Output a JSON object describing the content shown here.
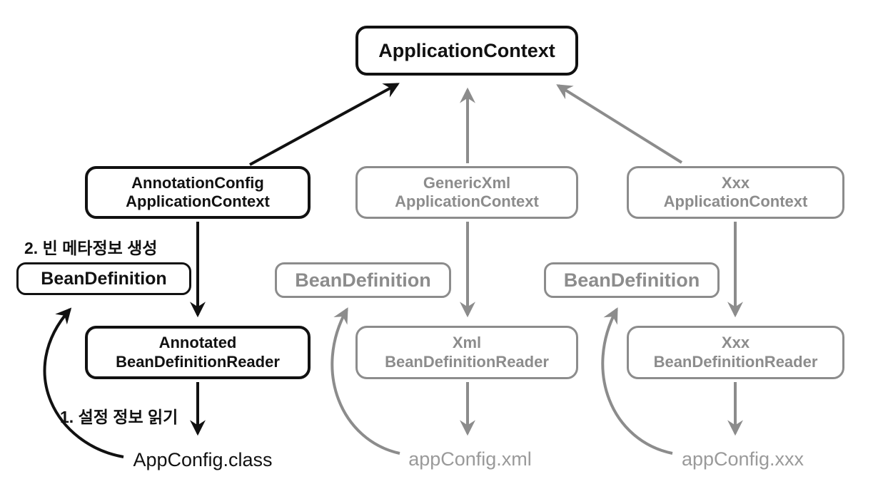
{
  "diagram": {
    "root": {
      "label": "ApplicationContext"
    },
    "columns": [
      {
        "id": "annotation-config",
        "emphasis": "active-black",
        "context_line1": "AnnotationConfig",
        "context_line2": "ApplicationContext",
        "bean_definition": "BeanDefinition",
        "reader_line1": "Annotated",
        "reader_line2": "BeanDefinitionReader",
        "config_file": "AppConfig.class"
      },
      {
        "id": "generic-xml",
        "emphasis": "inactive-gray",
        "context_line1": "GenericXml",
        "context_line2": "ApplicationContext",
        "bean_definition": "BeanDefinition",
        "reader_line1": "Xml",
        "reader_line2": "BeanDefinitionReader",
        "config_file": "appConfig.xml"
      },
      {
        "id": "xxx",
        "emphasis": "inactive-gray",
        "context_line1": "Xxx",
        "context_line2": "ApplicationContext",
        "bean_definition": "BeanDefinition",
        "reader_line1": "Xxx",
        "reader_line2": "BeanDefinitionReader",
        "config_file": "appConfig.xxx"
      }
    ],
    "step_labels": {
      "step2": "2. 빈 메타정보 생성",
      "step1": "1. 설정 정보 읽기"
    },
    "colors": {
      "black": "#111111",
      "gray": "#8c8c8c",
      "file_gray": "#9a9a9a",
      "background": "#ffffff"
    }
  }
}
